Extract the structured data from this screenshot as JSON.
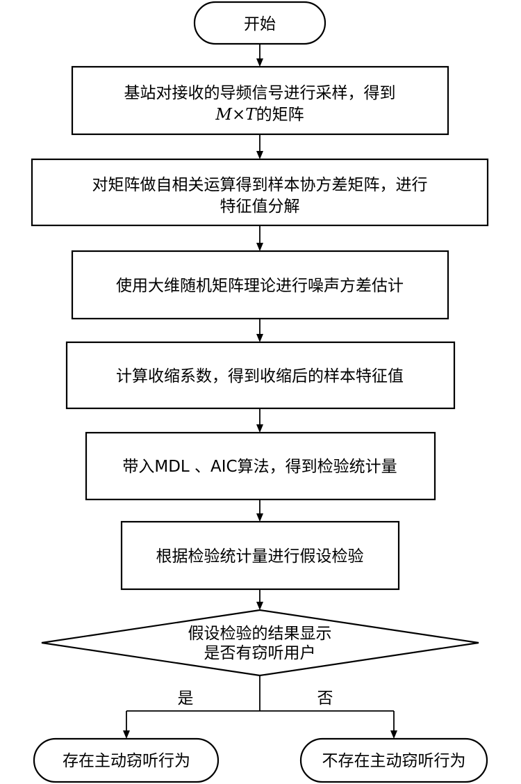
{
  "flowchart": {
    "start": "开始",
    "steps": [
      {
        "line1": "基站对接收的导频信号进行采样，得到",
        "line2_var": "M×T",
        "line2_rest": "的矩阵"
      },
      {
        "line1": "对矩阵做自相关运算得到样本协方差矩阵，进行",
        "line2": "特征值分解"
      },
      {
        "line1": "使用大维随机矩阵理论进行噪声方差估计"
      },
      {
        "line1": "计算收缩系数，得到收缩后的样本特征值"
      },
      {
        "line1": "带入MDL 、AIC算法，得到检验统计量"
      },
      {
        "line1": "根据检验统计量进行假设检验"
      }
    ],
    "decision": {
      "line1": "假设检验的结果显示",
      "line2": "是否有窃听用户"
    },
    "branch_yes": "是",
    "branch_no": "否",
    "end_yes": "存在主动窃听行为",
    "end_no": "不存在主动窃听行为"
  }
}
